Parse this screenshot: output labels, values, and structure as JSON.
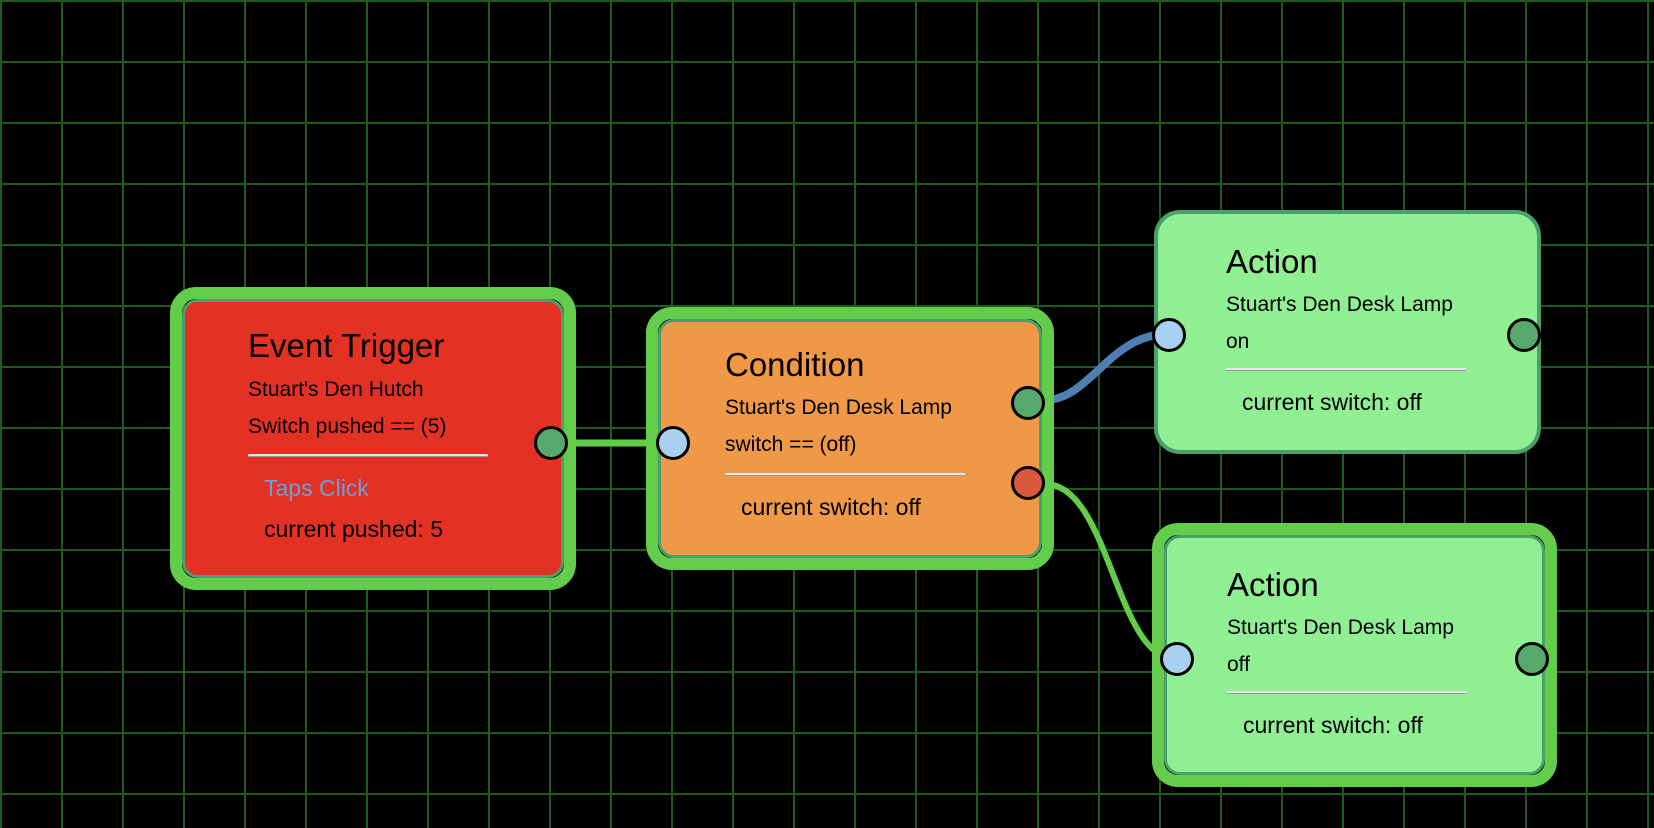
{
  "colors": {
    "grid": "#1f5a1f",
    "canvas_bg": "#000000",
    "event_trigger_fill": "#e33124",
    "condition_fill": "#ee9848",
    "action_fill": "#90ef92",
    "selected_border": "#63cc4a",
    "wire_true": "#4f7fb0",
    "wire_false": "#63cc4a",
    "port_in": "#a8d0f0",
    "port_out": "#56a86c",
    "port_out_false": "#d9583e",
    "link_text": "#6a9ed6"
  },
  "nodes": {
    "event_trigger": {
      "title": "Event Trigger",
      "device": "Stuart's Den Hutch",
      "expression": "Switch pushed == (5)",
      "action_link": "Taps Click",
      "status": "current pushed: 5",
      "selected": true
    },
    "condition": {
      "title": "Condition",
      "device": "Stuart's Den Desk Lamp",
      "expression": "switch == (off)",
      "status": "current switch: off",
      "selected": true
    },
    "action_on": {
      "title": "Action",
      "device": "Stuart's Den Desk Lamp",
      "command": "on",
      "status": "current switch: off",
      "selected": false
    },
    "action_off": {
      "title": "Action",
      "device": "Stuart's Den Desk Lamp",
      "command": "off",
      "status": "current switch: off",
      "selected": true
    }
  }
}
